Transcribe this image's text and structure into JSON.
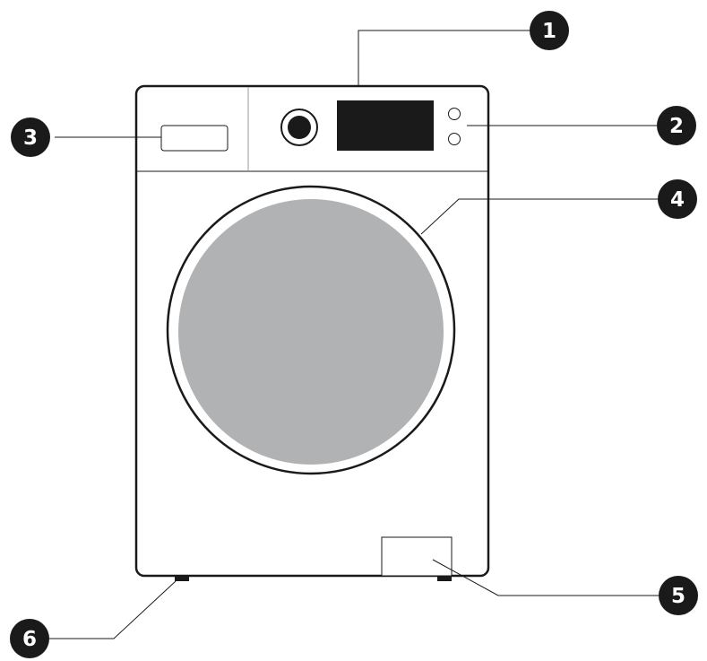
{
  "diagram": {
    "colors": {
      "outline": "#1a1a1a",
      "badge": "#1a1a1a",
      "drum": "#b1b2b4",
      "display": "#1a1a1a",
      "background": "#ffffff"
    },
    "callouts": [
      {
        "number": "1",
        "part": "worktop"
      },
      {
        "number": "2",
        "part": "control-buttons"
      },
      {
        "number": "3",
        "part": "detergent-drawer"
      },
      {
        "number": "4",
        "part": "door"
      },
      {
        "number": "5",
        "part": "filter-cover"
      },
      {
        "number": "6",
        "part": "adjustable-feet"
      }
    ]
  }
}
